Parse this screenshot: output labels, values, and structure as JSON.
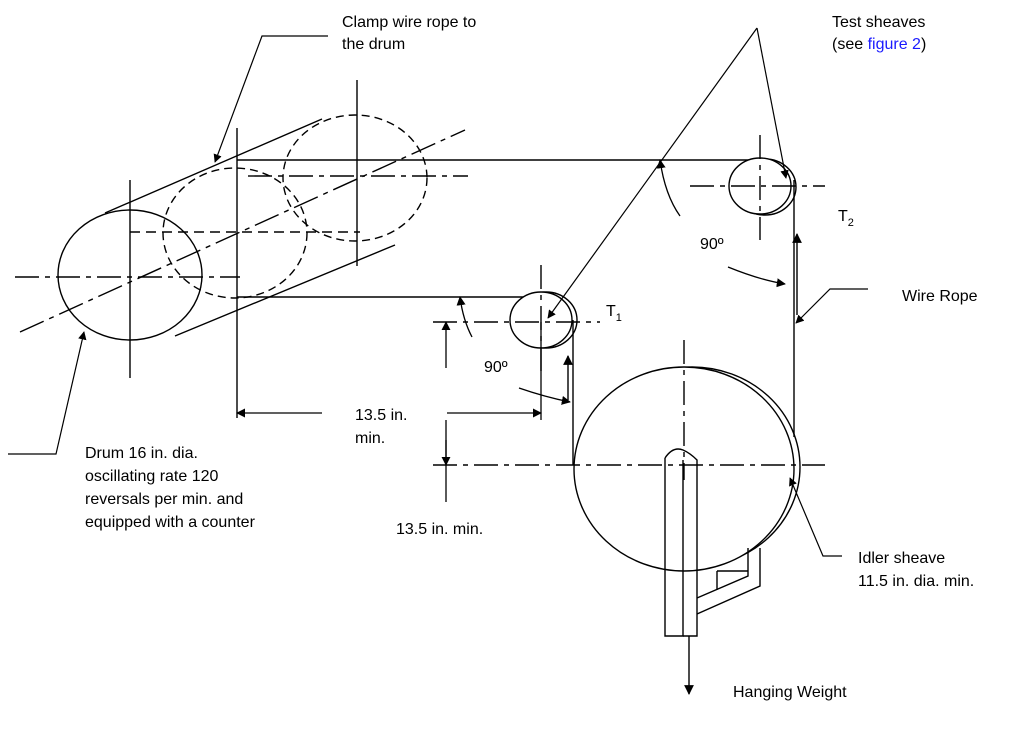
{
  "labels": {
    "clamp_line1": "Clamp wire rope to",
    "clamp_line2": "the drum",
    "test_line1": "Test sheaves",
    "test_open": "(see ",
    "test_link": "figure 2",
    "test_close": ")",
    "t1_main": "T",
    "t1_sub": "1",
    "t2_main": "T",
    "t2_sub": "2",
    "angle_right": "90º",
    "angle_left": "90º",
    "wire_rope": "Wire Rope",
    "dim_horizontal_1": "13.5 in.",
    "dim_horizontal_2": "min.",
    "dim_vertical": "13.5 in. min.",
    "drum_line1": "Drum 16 in. dia.",
    "drum_line2": "oscillating rate 120",
    "drum_line3": "reversals per min. and",
    "drum_line4": "equipped with a counter",
    "idler_line1": "Idler sheave",
    "idler_line2": "11.5 in. dia. min.",
    "weight": "Hanging Weight"
  },
  "colors": {
    "line": "#000000",
    "link": "#1a1aff"
  }
}
